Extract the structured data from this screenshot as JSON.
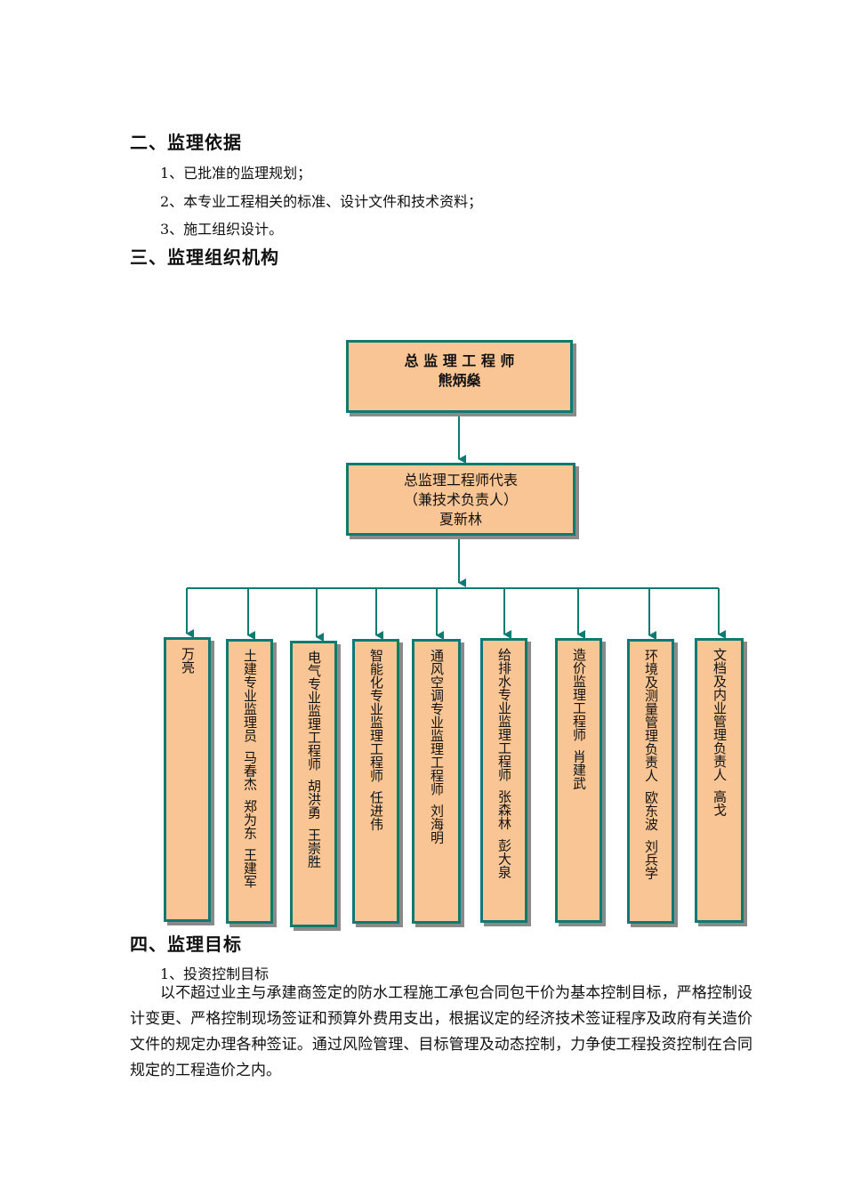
{
  "section2": {
    "heading": "二、监理依据",
    "items": [
      "1、已批准的监理规划；",
      "2、本专业工程相关的标准、设计文件和技术资料；",
      "3、施工组织设计。"
    ]
  },
  "section3": {
    "heading": "三、监理组织机构"
  },
  "org": {
    "top": {
      "title": "总 监 理 工 程 师",
      "name": "熊炳燊"
    },
    "deputy": {
      "line1": "总监理工程师代表",
      "line2": "（兼技术负责人）",
      "name": "夏新林"
    },
    "branches": [
      {
        "text": "万亮"
      },
      {
        "text": "土建专业监理员  马春杰  郑为东  王建军"
      },
      {
        "text": "电气专业监理工程师  胡洪勇  王崇胜"
      },
      {
        "text": "智能化专业监理工程师  任进伟"
      },
      {
        "text": "通风空调专业监理工程师  刘海明"
      },
      {
        "text": "给排水专业监理工程师  张森林  彭大泉"
      },
      {
        "text": "造价监理工程师  肖建武"
      },
      {
        "text": "环境及测量管理负责人  欧东波  刘兵学"
      },
      {
        "text": "文档及内业管理负责人  高戈"
      }
    ]
  },
  "section4": {
    "heading": "四、监理目标",
    "sub1": "1、投资控制目标",
    "paragraph": "以不超过业主与承建商签定的防水工程施工承包合同包干价为基本控制目标，严格控制设计变更、严格控制现场签证和预算外费用支出，根据议定的经济技术签证程序及政府有关造价文件的规定办理各种签证。通过风险管理、目标管理及动态控制，力争使工程投资控制在合同规定的工程造价之内。"
  },
  "colors": {
    "box_fill": "#f9c594",
    "box_border": "#0f7a72",
    "connector": "#0f7a72"
  }
}
